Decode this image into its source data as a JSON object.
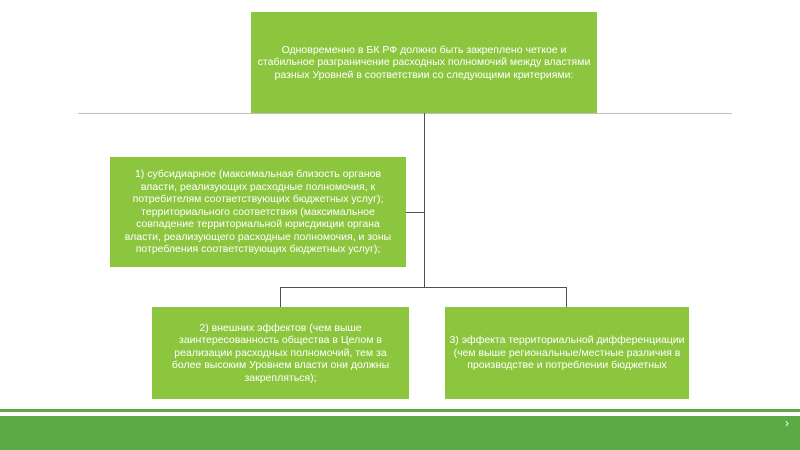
{
  "diagram": {
    "root": "Одновременно в БК РФ должно быть закреплено четкое и стабильное разграничение расходных полномочий между властями разных Уровней в соответствии со следующими критериями:",
    "criteria": [
      "1) субсидиарное (максимальная близость органов власти, реализующих расходные полномочия, к потребителям соответствующих бюджетных услуг); территориального соответствия (максимальное совпадение территориальной юрисдикции органа власти, реализующего расходные полномочия, и зоны потребления соответствующих бюджетных услуг);",
      "2) внешних эффектов (чем выше заинтересованность общества в Целом в реализации расходных полномочий, тем за более высоким Уровнем власти они должны закрепляться);",
      "3) эффекта территориальной дифференциации (чем выше региональные/местные различия в производстве и потреблении бюджетных"
    ]
  },
  "colors": {
    "node_fill": "#8cc63f",
    "node_text": "#ffffff",
    "connector": "#505050",
    "footer_bar": "#5aaa46"
  },
  "icons": {
    "corner": "chevron-right-icon"
  }
}
